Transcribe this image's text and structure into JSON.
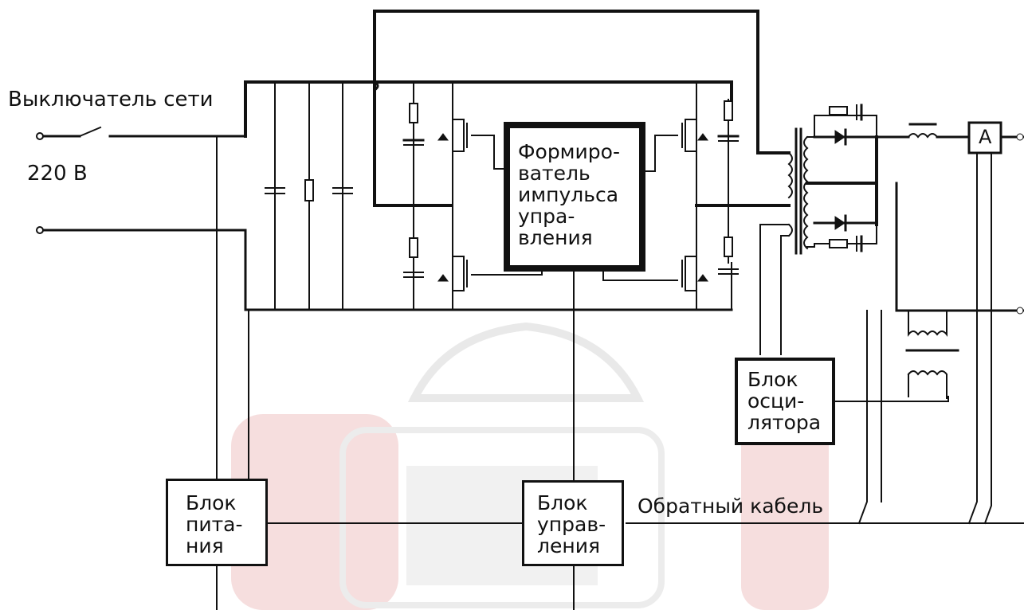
{
  "labels": {
    "mains_switch": "Выключатель сети",
    "voltage": "220 В",
    "return_cable": "Обратный кабель"
  },
  "blocks": {
    "pulse_former": [
      "Формиро-",
      "ватель",
      "импульса",
      "упра-",
      "вления"
    ],
    "oscillator": [
      "Блок",
      "осци-",
      "лятора"
    ],
    "power_supply": [
      "Блок",
      "пита-",
      "ния"
    ],
    "control_unit": [
      "Блок",
      "управ-",
      "ления"
    ]
  },
  "ammeter": {
    "label": "A"
  },
  "colors": {
    "line": "#111111",
    "watermark": "#f3d4d4",
    "watermark_gray": "#e6e6e6"
  }
}
